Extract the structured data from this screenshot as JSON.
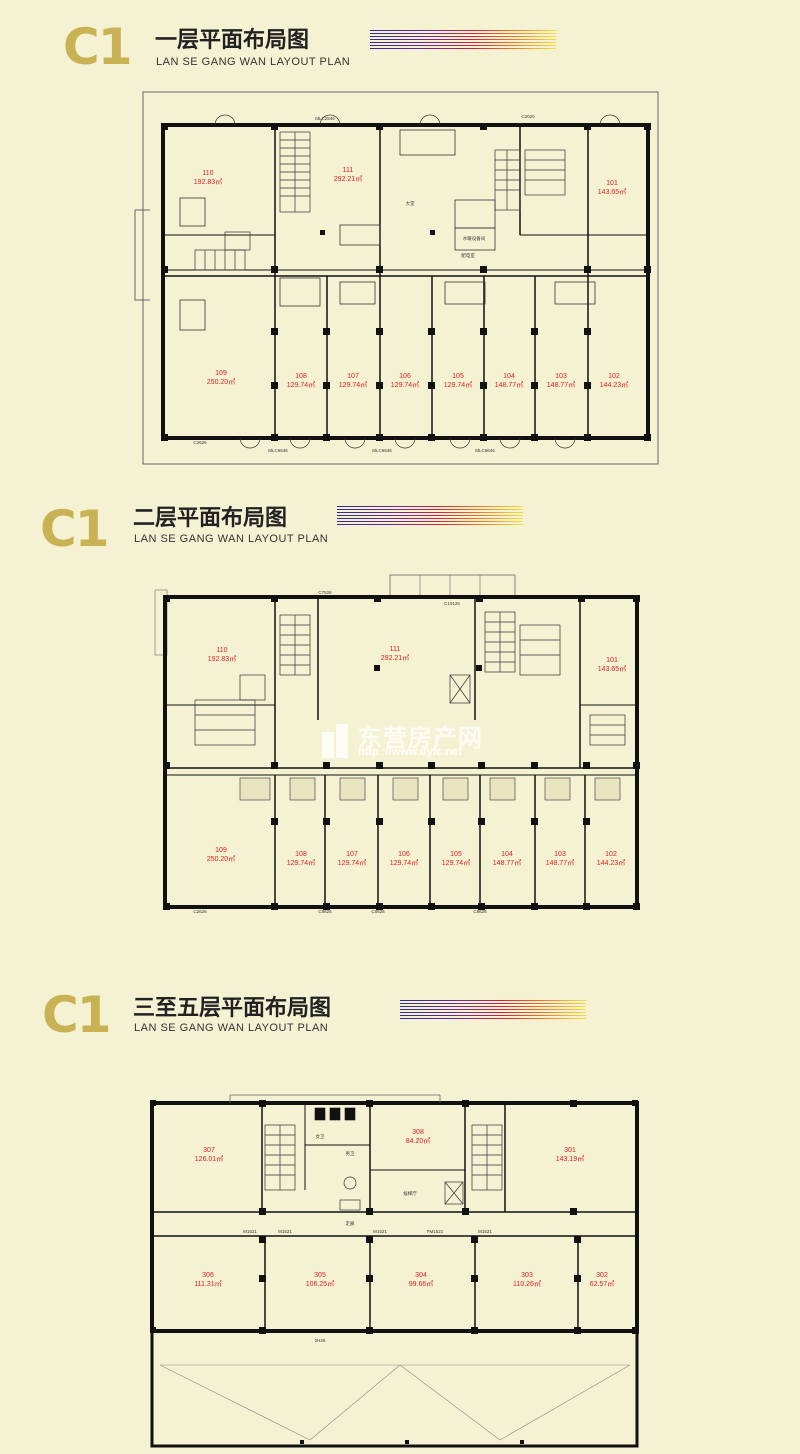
{
  "sections": [
    {
      "code": "C1",
      "title_cn": "一层平面布局图",
      "title_en": "LAN SE GANG WAN LAYOUT  PLAN",
      "units": [
        {
          "id": "110",
          "area": "192.83㎡"
        },
        {
          "id": "111",
          "area": "292.21㎡"
        },
        {
          "id": "101",
          "area": "143.65㎡"
        },
        {
          "id": "109",
          "area": "250.20㎡"
        },
        {
          "id": "108",
          "area": "129.74㎡"
        },
        {
          "id": "107",
          "area": "129.74㎡"
        },
        {
          "id": "106",
          "area": "129.74㎡"
        },
        {
          "id": "105",
          "area": "129.74㎡"
        },
        {
          "id": "104",
          "area": "148.77㎡"
        },
        {
          "id": "103",
          "area": "148.77㎡"
        },
        {
          "id": "102",
          "area": "144.23㎡"
        }
      ],
      "notes": [
        "大堂",
        "水暖设备间",
        "配电室",
        "MLC2546",
        "MLC6646",
        "MLC6646",
        "MLC6646",
        "C2020",
        "C2626"
      ]
    },
    {
      "code": "C1",
      "title_cn": "二层平面布局图",
      "title_en": "LAN SE GANG WAN LAYOUT  PLAN",
      "units": [
        {
          "id": "110",
          "area": "192.83㎡"
        },
        {
          "id": "111",
          "area": "292.21㎡"
        },
        {
          "id": "101",
          "area": "143.65㎡"
        },
        {
          "id": "109",
          "area": "250.20㎡"
        },
        {
          "id": "108",
          "area": "129.74㎡"
        },
        {
          "id": "107",
          "area": "129.74㎡"
        },
        {
          "id": "106",
          "area": "129.74㎡"
        },
        {
          "id": "105",
          "area": "129.74㎡"
        },
        {
          "id": "104",
          "area": "148.77㎡"
        },
        {
          "id": "103",
          "area": "148.77㎡"
        },
        {
          "id": "102",
          "area": "144.23㎡"
        }
      ],
      "notes": [
        "C7526",
        "C10126",
        "C2626",
        "C8626",
        "C8626",
        "C8626"
      ]
    },
    {
      "code": "C1",
      "title_cn": "三至五层平面布局图",
      "title_en": "LAN SE GANG WAN LAYOUT  PLAN",
      "units": [
        {
          "id": "307",
          "area": "126.01㎡"
        },
        {
          "id": "308",
          "area": "84.20㎡"
        },
        {
          "id": "301",
          "area": "143.19㎡"
        },
        {
          "id": "306",
          "area": "111.31㎡"
        },
        {
          "id": "305",
          "area": "106.25㎡"
        },
        {
          "id": "304",
          "area": "99.66㎡"
        },
        {
          "id": "303",
          "area": "110.26㎡"
        },
        {
          "id": "302",
          "area": "62.57㎡"
        }
      ],
      "notes": [
        "女卫",
        "男卫",
        "候梯厅",
        "走廊",
        "M1521",
        "M1521",
        "M1521",
        "M1521",
        "FM1521",
        "2H26"
      ]
    }
  ],
  "watermark": {
    "text": "东营房产网",
    "url": "http ://www.dyfc.net"
  },
  "colors": {
    "background": "#f5f2d3",
    "gold": "#c8b253",
    "wall": "#111111",
    "unit_label": "#e0201e"
  }
}
